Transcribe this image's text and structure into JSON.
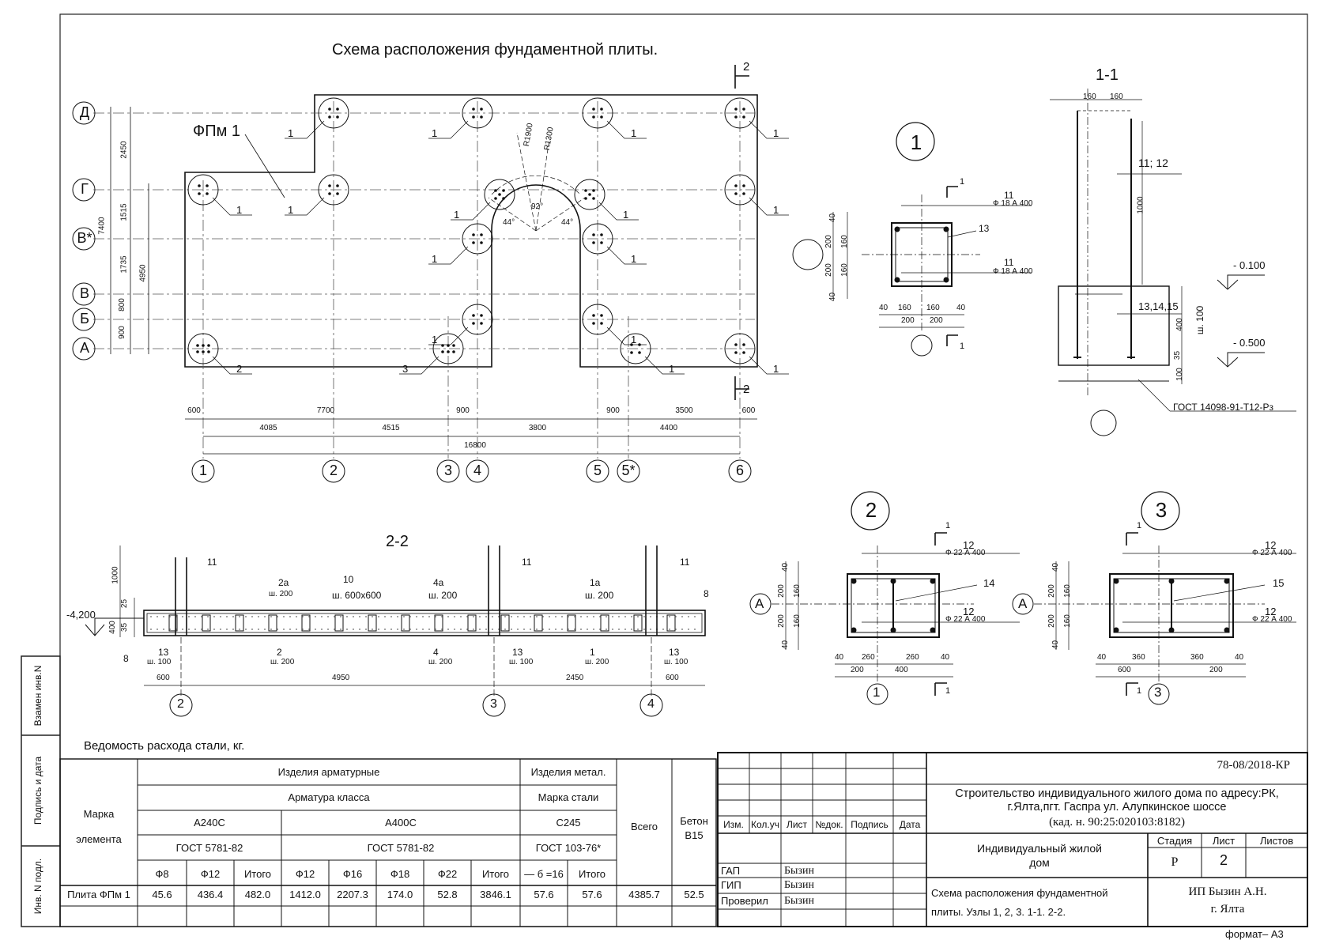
{
  "plan": {
    "title": "Схема расположения фундаментной плиты.",
    "slab_mark": "ФПм 1",
    "axes_rows": [
      "Д",
      "Г",
      "В*",
      "В",
      "Б",
      "А"
    ],
    "axes_cols": [
      "1",
      "2",
      "3",
      "4",
      "5",
      "5*",
      "6"
    ],
    "left_dims": [
      "2450",
      "1515",
      "1735",
      "800",
      "900"
    ],
    "left_totals": [
      "7400",
      "4950"
    ],
    "bottom_dims_1": [
      "600",
      "7700",
      "900",
      "900",
      "3500",
      "600"
    ],
    "bottom_dims_2": [
      "4085",
      "4515",
      "3800",
      "4400"
    ],
    "bottom_total": "16800",
    "radii": [
      "R1900",
      "R1300"
    ],
    "angles": [
      "92°",
      "44°",
      "44°"
    ],
    "pile_marks": [
      "1",
      "2",
      "3"
    ],
    "section_mark": "2"
  },
  "node1": {
    "title": "1",
    "sect": "1",
    "labels": [
      "11",
      "Ф 18 А 400",
      "13",
      "11",
      "Ф 18 А 400"
    ],
    "vdims": [
      "40",
      "200",
      "160",
      "200",
      "160",
      "40"
    ],
    "hdims": [
      "40",
      "160",
      "160",
      "40"
    ],
    "hdims2": [
      "200",
      "200"
    ]
  },
  "section11": {
    "title": "1-1",
    "top_dims": [
      "160",
      "160"
    ],
    "h1000": "1000",
    "h400": "400",
    "h100": "100",
    "h35": "35",
    "sh": "ш. 100",
    "labels": [
      "11; 12",
      "13,14,15"
    ],
    "levels": [
      "- 0.100",
      "- 0.500"
    ],
    "gost": "ГОСТ 14098-91-Т12-Рз"
  },
  "node2": {
    "title": "2",
    "axis": "А",
    "col": "1",
    "labels": [
      "12",
      "Ф 22 А 400",
      "14",
      "12",
      "Ф 22 А 400"
    ],
    "vdims": [
      "40",
      "200",
      "160",
      "200",
      "160",
      "40"
    ],
    "hdims": [
      "40",
      "260",
      "260",
      "40"
    ],
    "hdims2": [
      "200",
      "400"
    ]
  },
  "node3": {
    "title": "3",
    "axis": "А",
    "col": "3",
    "labels": [
      "12",
      "Ф 22 А 400",
      "15",
      "12",
      "Ф 22 А 400"
    ],
    "vdims": [
      "40",
      "200",
      "160",
      "200",
      "160",
      "40"
    ],
    "hdims": [
      "40",
      "360",
      "360",
      "40"
    ],
    "hdims2": [
      "600",
      "200"
    ]
  },
  "section22": {
    "title": "2-2",
    "level": "-4,200",
    "vdims": [
      "1000",
      "25",
      "400",
      "35"
    ],
    "top_labels": [
      "11",
      "2а",
      "ш. 200",
      "10",
      "ш. 600х600",
      "4а",
      "ш. 200",
      "11",
      "1а",
      "ш. 200",
      "11",
      "8"
    ],
    "bottom_labels": [
      "13",
      "ш. 100",
      "2",
      "ш. 200",
      "4",
      "ш. 200",
      "13",
      "ш. 100",
      "1",
      "ш. 200",
      "13",
      "ш. 100",
      "8"
    ],
    "dims": [
      "600",
      "4950",
      "2450",
      "600"
    ],
    "axes": [
      "2",
      "3",
      "4"
    ]
  },
  "steel": {
    "title": "Ведомость расхода стали, кг.",
    "h_mark": "Марка",
    "h_element": "элемента",
    "h_arm": "Изделия арматурные",
    "h_class": "Арматура класса",
    "h_a240": "А240С",
    "h_a400": "А400С",
    "h_gost1": "ГОСТ 5781-82",
    "h_gost2": "ГОСТ 5781-82",
    "h_met": "Изделия метал.",
    "h_steel": "Марка стали",
    "h_c245": "С245",
    "h_gost3": "ГОСТ 103-76*",
    "h_total": "Всего",
    "h_concrete": "Бетон В15",
    "cols": [
      "Ф8",
      "Ф12",
      "Итого",
      "Ф12",
      "Ф16",
      "Ф18",
      "Ф22",
      "Итого",
      "— б =16",
      "Итого"
    ],
    "row": [
      "Плита ФПм 1",
      "45.6",
      "436.4",
      "482.0",
      "1412.0",
      "2207.3",
      "174.0",
      "52.8",
      "3846.1",
      "57.6",
      "57.6",
      "4385.7",
      "52.5"
    ]
  },
  "stamp": {
    "code": "78-08/2018-КР",
    "project": "Строительство индивидуального жилого дома по адресу:РК, г.Ялта,пгт. Гаспра ул. Алупкинское шоссе",
    "cadastre": "(кад. н. 90:25:020103:8182)",
    "heads": [
      "Изм.",
      "Кол.уч",
      "Лист",
      "№док.",
      "Подпись",
      "Дата"
    ],
    "roles": [
      "ГАП",
      "ГИП",
      "Проверил"
    ],
    "names": [
      "Бызин",
      "Бызин",
      "Бызин"
    ],
    "building": "Индивидуальный жилой дом",
    "stage_h": "Стадия",
    "sheet_h": "Лист",
    "sheets_h": "Листов",
    "stage": "Р",
    "sheet": "2",
    "sheets": "",
    "drawing": "Схема расположения фундаментной плиты. Узлы 1, 2, 3. 1-1. 2-2.",
    "org": "ИП Бызин А.Н.",
    "city": "г. Ялта",
    "format": "формат– А3"
  },
  "side": {
    "labels": [
      "Взамен инв.N",
      "Подпись и дата",
      "Инв. N подл."
    ]
  }
}
